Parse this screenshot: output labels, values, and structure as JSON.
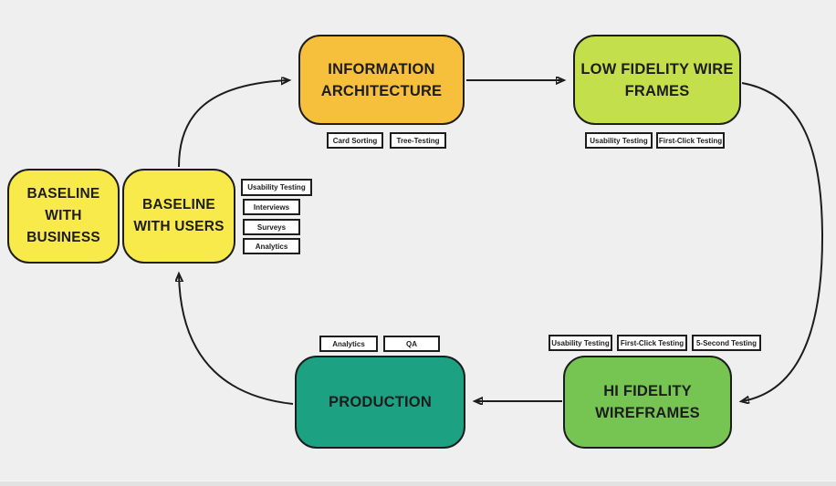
{
  "colors": {
    "background": "#efefef",
    "outline_and_text": "#1d1d1d",
    "baseline_yellow": "#f8ea4a",
    "information_architecture_orange": "#f6bf3c",
    "low_fidelity_yellowgreen": "#c3e04c",
    "hi_fidelity_green": "#76c553",
    "production_teal": "#1da183",
    "tag_background": "#ffffff"
  },
  "nodes": {
    "baseline_business": {
      "label": "BASELINE WITH BUSINESS",
      "lines": [
        "BASELINE",
        "WITH",
        "BUSINESS"
      ]
    },
    "baseline_users": {
      "label": "BASELINE WITH USERS",
      "lines": [
        "BASELINE",
        "WITH USERS"
      ]
    },
    "information_architecture": {
      "label": "INFORMATION ARCHITECTURE",
      "lines": [
        "INFORMATION",
        "ARCHITECTURE"
      ]
    },
    "low_fidelity": {
      "label": "LOW FIDELITY WIRE FRAMES",
      "lines": [
        "LOW FIDELITY WIRE",
        "FRAMES"
      ]
    },
    "hi_fidelity": {
      "label": "HI FIDELITY WIREFRAMES",
      "lines": [
        "HI FIDELITY",
        "WIREFRAMES"
      ]
    },
    "production": {
      "label": "PRODUCTION",
      "lines": [
        "PRODUCTION"
      ]
    }
  },
  "tags": {
    "users": [
      "Usability Testing",
      "Interviews",
      "Surveys",
      "Analytics"
    ],
    "information_architecture": [
      "Card Sorting",
      "Tree-Testing"
    ],
    "low_fidelity": [
      "Usability Testing",
      "First-Click Testing"
    ],
    "hi_fidelity": [
      "Usability Testing",
      "First-Click Testing",
      "5-Second Testing"
    ],
    "production": [
      "Analytics",
      "QA"
    ]
  },
  "flow": [
    "baseline_users -> information_architecture",
    "information_architecture -> low_fidelity",
    "low_fidelity -> hi_fidelity",
    "hi_fidelity -> production",
    "production -> baseline_users"
  ]
}
